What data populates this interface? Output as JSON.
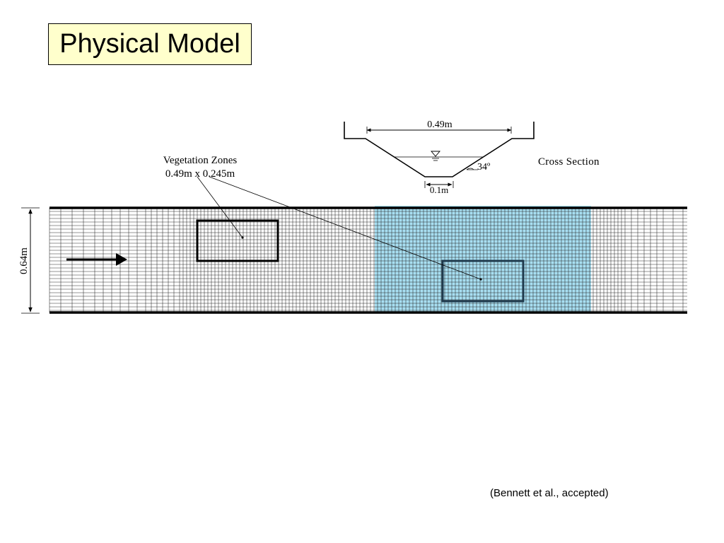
{
  "slide": {
    "title": "Physical Model",
    "citation": "(Bennett et al., accepted)"
  },
  "diagram": {
    "vegetation_label_line1": "Vegetation Zones",
    "vegetation_label_line2": "0.49m x 0.245m",
    "channel_width_label": "0.64m",
    "flow_direction_icon": "right-arrow-icon",
    "highlight_color": "#a8dff2"
  },
  "cross_section": {
    "label": "Cross Section",
    "top_width_label": "0.49m",
    "bottom_width_label": "0.1m",
    "angle_label": "34º",
    "water_surface_icon": "water-level-triangle-icon"
  }
}
